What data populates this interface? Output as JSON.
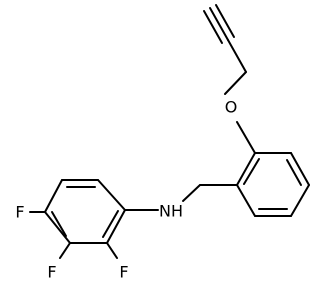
{
  "molecule": {
    "atoms": {
      "fluorine_1": "F",
      "fluorine_2": "F",
      "fluorine_3": "F",
      "amine": "NH",
      "ether_oxygen": "O"
    }
  }
}
